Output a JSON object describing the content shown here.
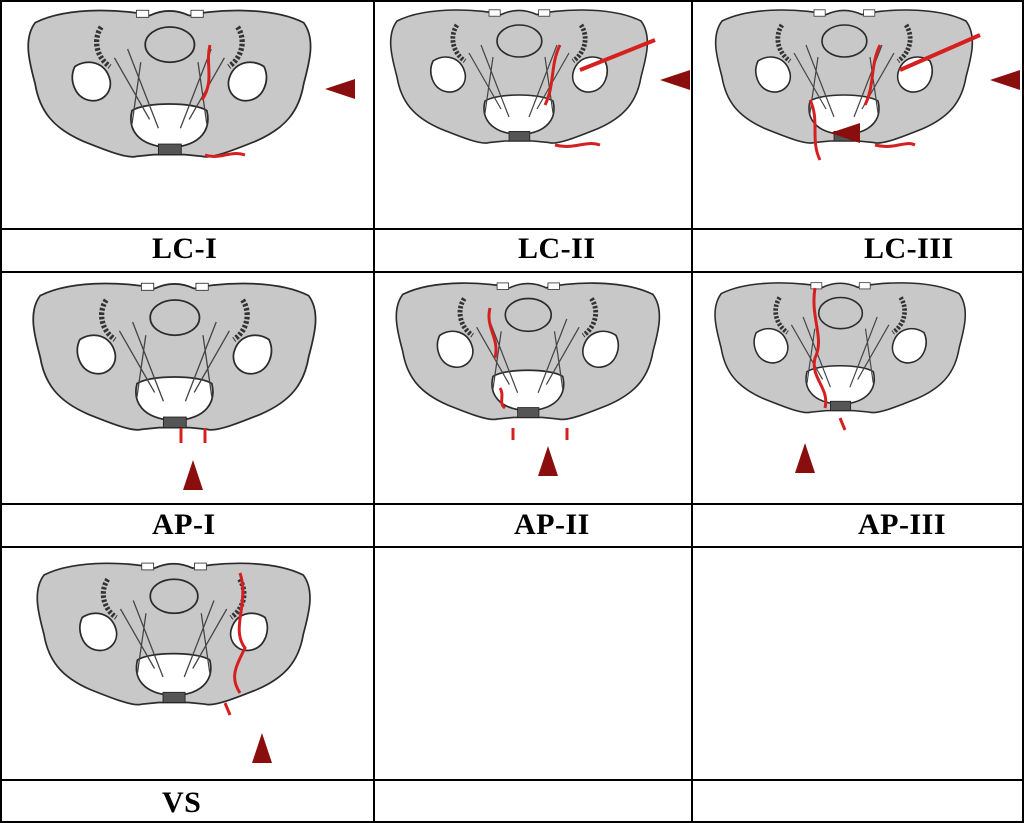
{
  "labels": {
    "lc1": "LC-I",
    "lc2": "LC-II",
    "lc3": "LC-III",
    "ap1": "AP-I",
    "ap2": "AP-II",
    "ap3": "AP-III",
    "vs": "VS"
  },
  "colors": {
    "bone": "#c8c8c8",
    "outline": "#2b2b2b",
    "fracture": "#d62020",
    "arrow": "#8b0e0e"
  }
}
